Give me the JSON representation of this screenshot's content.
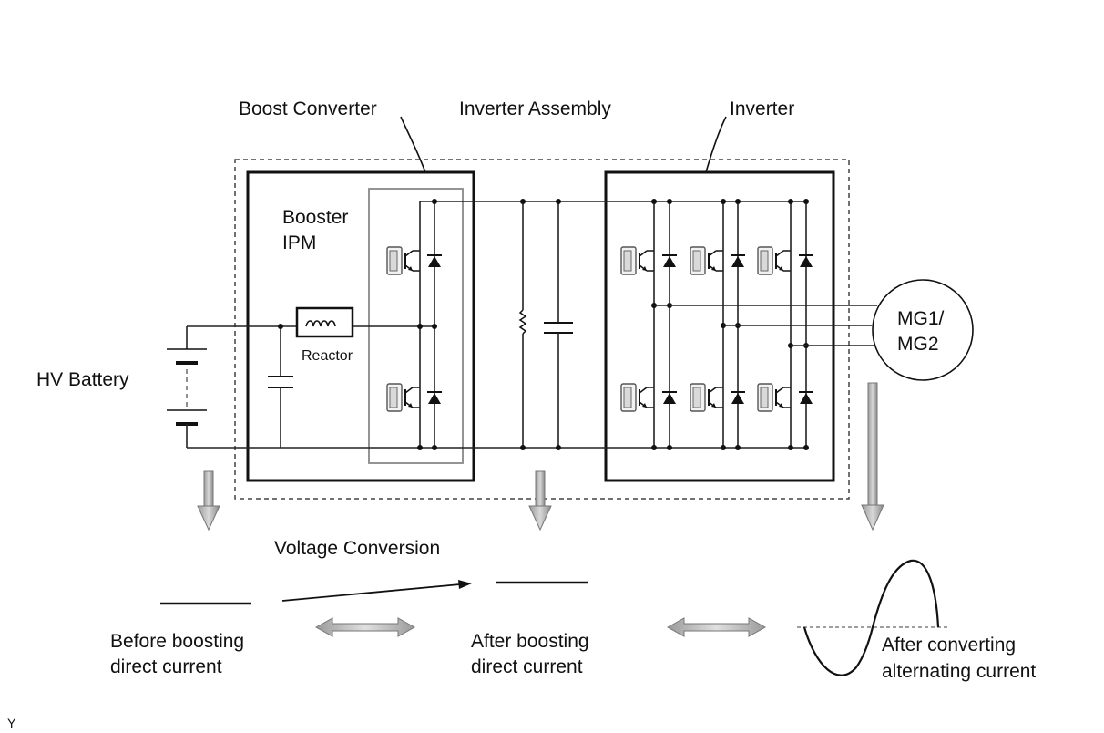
{
  "labels": {
    "boost_converter": "Boost Converter",
    "inverter_assembly": "Inverter Assembly",
    "inverter": "Inverter",
    "booster_ipm_line1": "Booster",
    "booster_ipm_line2": "IPM",
    "reactor": "Reactor",
    "hv_battery": "HV Battery",
    "mg_line1": "MG1/",
    "mg_line2": "MG2",
    "voltage_conversion": "Voltage Conversion",
    "before_boost_line1": "Before boosting",
    "before_boost_line2": "direct current",
    "after_boost_line1": "After boosting",
    "after_boost_line2": "direct current",
    "after_convert_line1": "After converting",
    "after_convert_line2": "alternating current",
    "corner_mark": "Y"
  },
  "colors": {
    "line": "#222222",
    "ipm_box": "#888888",
    "arrow_fill": "#b8b8b8"
  },
  "icons": [
    "igbt-transistor-icon",
    "diode-icon",
    "inductor-coil-icon",
    "capacitor-icon",
    "resistor-icon",
    "battery-icon",
    "motor-generator-icon",
    "down-arrow-icon",
    "double-arrow-icon"
  ]
}
